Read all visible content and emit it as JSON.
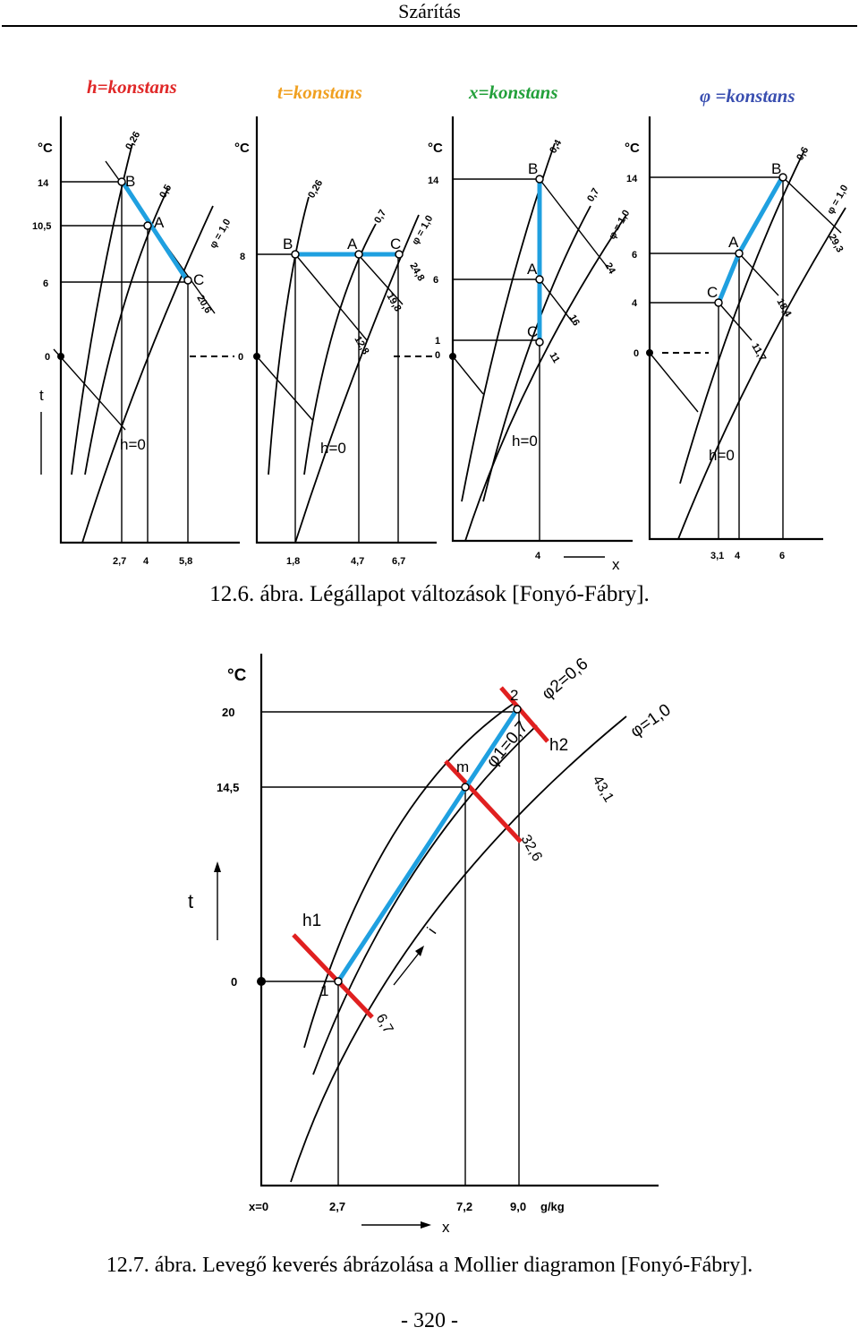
{
  "header": {
    "title": "Szárítás"
  },
  "figure1": {
    "caption": "12.6. ábra. Légállapot változások [Fonyó-Fábry].",
    "panel_titles": [
      {
        "text": "h=konstans",
        "color": "#e02828"
      },
      {
        "text": "t=konstans",
        "color": "#f0a020"
      },
      {
        "text": "x=konstans",
        "color": "#22a03a"
      },
      {
        "text": "φ =konstans",
        "color": "#3a4fb0"
      }
    ],
    "unit": "°C",
    "t_label": "t",
    "x_label": "x",
    "h0_label": "h=0",
    "phi1_label": "φ = 1,0",
    "panel1": {
      "y_ticks": [
        "14",
        "10,5",
        "6",
        "0"
      ],
      "x_ticks": [
        "2,7",
        "4",
        "5,8"
      ],
      "points": [
        "B",
        "A",
        "C"
      ],
      "curve_labels": [
        "0,26",
        "0,5"
      ],
      "h_labels": [
        "20,6"
      ]
    },
    "panel2": {
      "y_ticks": [
        "8",
        "0"
      ],
      "x_ticks": [
        "1,8",
        "4,7",
        "6,7"
      ],
      "points": [
        "B",
        "A",
        "C"
      ],
      "curve_labels": [
        "0,26",
        "0,7"
      ],
      "h_labels": [
        "24,8",
        "19,8",
        "12,8"
      ]
    },
    "panel3": {
      "y_ticks": [
        "14",
        "6",
        "1",
        "0"
      ],
      "x_ticks": [
        "4"
      ],
      "points": [
        "B",
        "A",
        "C"
      ],
      "curve_labels": [
        "0,4",
        "0,7"
      ],
      "h_labels": [
        "24",
        "16",
        "11"
      ]
    },
    "panel4": {
      "y_ticks": [
        "14",
        "6",
        "4",
        "0"
      ],
      "x_ticks": [
        "3,1",
        "4",
        "6"
      ],
      "points": [
        "B",
        "A",
        "C"
      ],
      "curve_labels": [
        "0,6"
      ],
      "h_labels": [
        "29,3",
        "18,4",
        "11,7"
      ]
    }
  },
  "figure2": {
    "caption": "12.7. ábra. Levegő keverés ábrázolása a Mollier diagramon [Fonyó-Fábry].",
    "unit": "°C",
    "y_ticks": [
      "20",
      "14,5",
      "0"
    ],
    "x_ticks": [
      "x=0",
      "2,7",
      "7,2",
      "9,0",
      "g/kg"
    ],
    "t_label": "t",
    "x_label": "x",
    "i_label": "i",
    "phi2": "φ2=0,6",
    "phi1": "φ1=0,7",
    "phi_sat": "φ=1,0",
    "points": [
      "1",
      "m",
      "2"
    ],
    "h_labels": [
      "h1",
      "h2"
    ],
    "enthalpy_values": [
      "6,7",
      "32,6",
      "43,1"
    ]
  },
  "footer": {
    "page_number": "- 320 -"
  }
}
